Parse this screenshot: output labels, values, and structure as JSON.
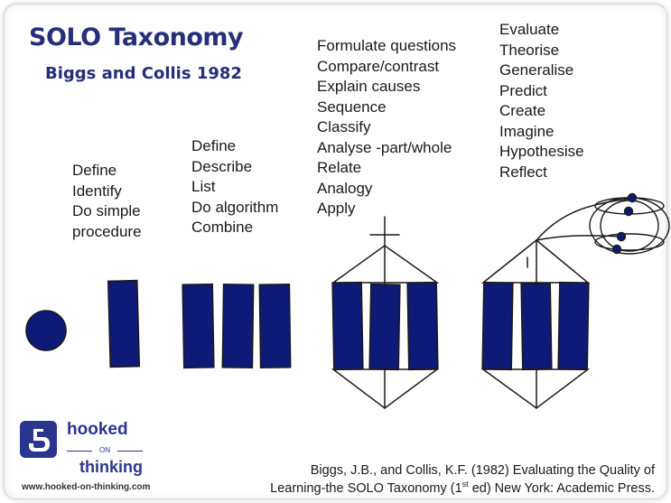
{
  "title": "SOLO Taxonomy",
  "subtitle": "Biggs and Collis 1982",
  "levels": [
    {
      "verbs": []
    },
    {
      "verbs": [
        "Define",
        "Identify",
        "Do simple",
        "procedure"
      ]
    },
    {
      "verbs": [
        "Define",
        "Describe",
        "List",
        "Do algorithm",
        "Combine"
      ]
    },
    {
      "verbs": [
        "Formulate questions",
        "Compare/contrast",
        "Explain causes",
        "Sequence",
        "Classify",
        "Analyse -part/whole",
        "Relate",
        "Analogy",
        "Apply"
      ]
    },
    {
      "verbs": [
        "Evaluate",
        "Theorise",
        "Generalise",
        "Predict",
        "Create",
        "Imagine",
        "Hypothesise",
        "Reflect"
      ]
    }
  ],
  "logo": {
    "word_top": "hooked",
    "word_mid": "ON",
    "word_bottom": "thinking",
    "url": "www.hooked-on-thinking.com"
  },
  "citation": {
    "line1": "Biggs, J.B., and Collis, K.F. (1982) Evaluating the Quality of",
    "line2_before": "Learning-the SOLO Taxonomy (1",
    "line2_sup": "st",
    "line2_after": " ed) New York: Academic Press."
  },
  "colors": {
    "title": "#25307a",
    "shape_fill": "#0e1a78",
    "logo": "#2a3590",
    "text": "#1a1a1a"
  }
}
